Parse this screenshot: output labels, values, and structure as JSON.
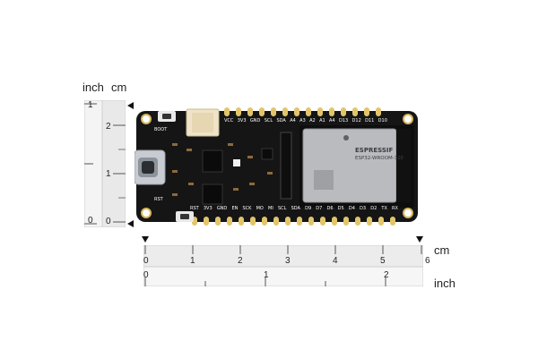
{
  "vertical_ruler": {
    "unit_inch": "inch",
    "unit_cm": "cm",
    "inch_ticks": [
      "1",
      "0"
    ],
    "cm_ticks": [
      "2",
      "1",
      "0"
    ]
  },
  "horizontal_ruler": {
    "unit_cm": "cm",
    "unit_inch": "inch",
    "cm_ticks": [
      "0",
      "1",
      "2",
      "3",
      "4",
      "5",
      "6"
    ],
    "inch_ticks": [
      "0",
      "1",
      "2"
    ]
  },
  "board": {
    "module_brand": "ESPRESSIF",
    "module_model": "ESP32-WROOM-32E",
    "top_pins": [
      "D10",
      "D11",
      "D12",
      "D13",
      "A4",
      "A1",
      "A2",
      "A3",
      "A4",
      "SDA",
      "SCL",
      "GND",
      "3V3",
      "VCC"
    ],
    "bottom_pins": [
      "RST",
      "3V3",
      "GND",
      "EN",
      "SCK",
      "MO",
      "MI",
      "SCL",
      "SDA",
      "D9",
      "D7",
      "D6",
      "D5",
      "D4",
      "D3",
      "D2",
      "TX",
      "RX"
    ],
    "left_labels": [
      "RST",
      "BOOT"
    ],
    "colors": {
      "pcb": "#151515",
      "module_shield": "#b9bbbe",
      "module_body": "#0d0d0d",
      "usb": "#c8ccd2",
      "connector": "#efe3c9"
    }
  }
}
